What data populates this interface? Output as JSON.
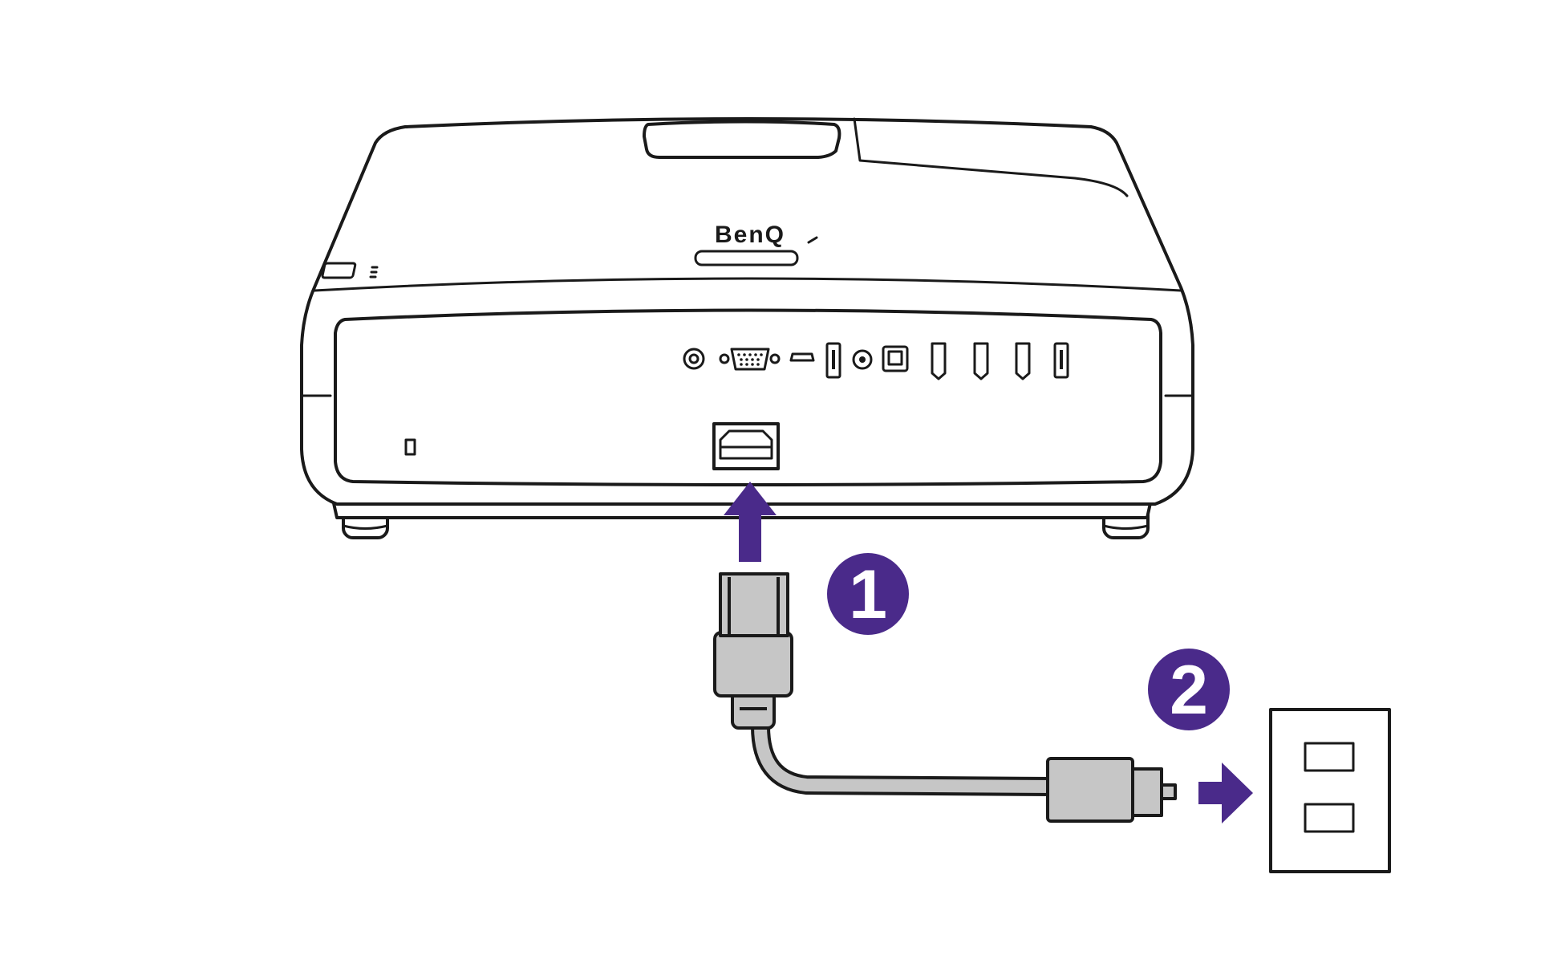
{
  "brand": {
    "logo_text": "BenQ"
  },
  "steps": [
    {
      "number": "1",
      "action": "connect-to-projector"
    },
    {
      "number": "2",
      "action": "plug-into-wall-outlet"
    }
  ],
  "colors": {
    "accent": "#4a2a8a",
    "outline": "#1a1a1a",
    "cable": "#c6c6c6",
    "background": "#ffffff"
  },
  "icons": {
    "arrow_up": "arrow-up-icon",
    "arrow_right": "arrow-right-icon"
  }
}
